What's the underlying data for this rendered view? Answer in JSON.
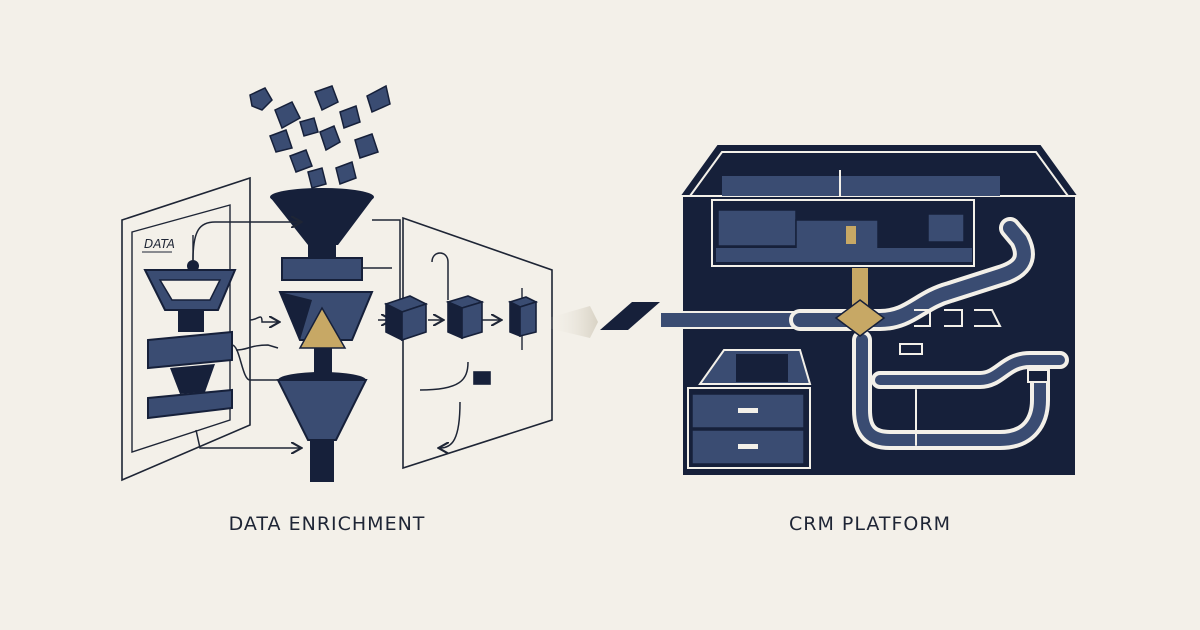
{
  "left_panel": {
    "caption": "DATA ENRICHMENT",
    "sheet_tag": "DATA"
  },
  "right_panel": {
    "caption": "CRM PLATFORM"
  },
  "palette": {
    "background": "#f3f0e9",
    "navy": "#16203a",
    "slate": "#3a4c72",
    "gold": "#c7a865",
    "line": "#1e2535"
  }
}
